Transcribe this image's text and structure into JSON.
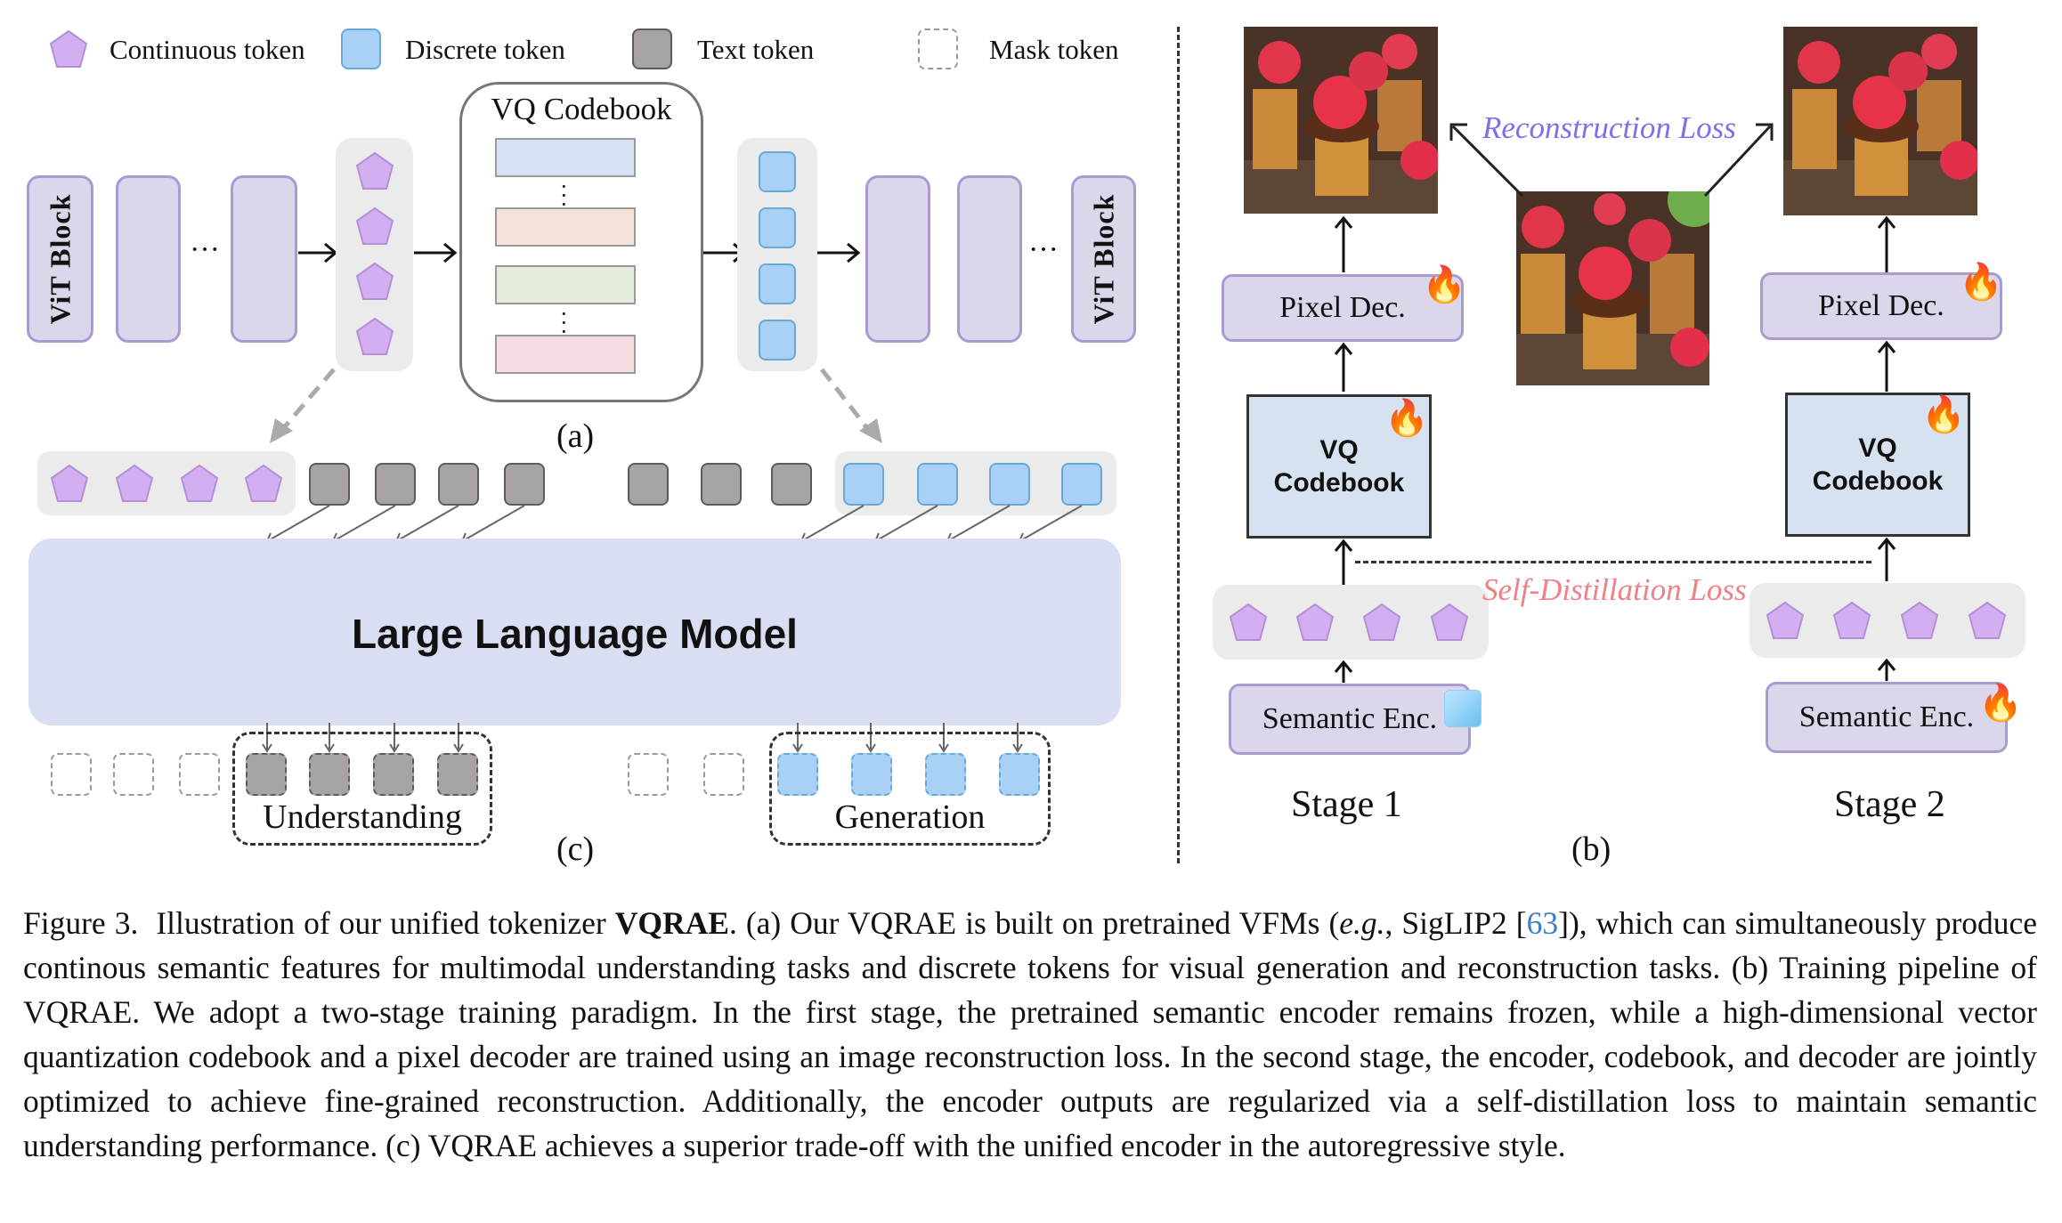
{
  "legend": {
    "continuous": "Continuous token",
    "discrete": "Discrete token",
    "text": "Text token",
    "mask": "Mask token"
  },
  "panel_a": {
    "vit_block_left": "ViT Block",
    "vit_block_right": "ViT Block",
    "ellipsis": "···",
    "codebook_title": "VQ Codebook",
    "codebook_rows": [
      "#d6e2f3",
      "#f4e3d8",
      "#e2ecd8",
      "#f6dbe0"
    ],
    "label": "(a)"
  },
  "panel_c": {
    "llm_label": "Large Language Model",
    "understanding_label": "Understanding",
    "generation_label": "Generation",
    "label": "(c)"
  },
  "panel_b": {
    "reconstruction_loss": "Reconstruction Loss",
    "self_distillation_loss": "Self-Distillation Loss",
    "pixel_dec": "Pixel Dec.",
    "vq_line1": "VQ",
    "vq_line2": "Codebook",
    "semantic_enc": "Semantic Enc.",
    "stage1": "Stage 1",
    "stage2": "Stage 2",
    "label": "(b)",
    "stage1_encoder_state": "frozen-ice-icon",
    "trainable_marker": "fire-icon"
  },
  "colors": {
    "continuous_token": "#d3aef0",
    "discrete_token": "#a9d0f5",
    "text_token": "#a8a4a3",
    "vit_block": "#dcd6ea",
    "llm": "#d9def2",
    "reconstruction_loss": "#7b6ff0",
    "self_distillation_loss": "#f07f86",
    "citation": "#3b7fc4"
  },
  "caption": {
    "figure_label": "Figure 3.",
    "intro": "Illustration of our unified tokenizer",
    "bold_name": "VQRAE",
    "part1": ". (a) Our VQRAE is built on pretrained VFMs (",
    "eg": "e.g.",
    "part2": ", SigLIP2 [",
    "citation": "63",
    "part3": "]), which can simultaneously produce continous semantic features for multimodal understanding tasks and discrete tokens for visual generation and reconstruction tasks.  (b) Training pipeline of VQRAE. We adopt a two-stage training paradigm.  In the first stage, the pretrained semantic encoder remains frozen, while a high-dimensional vector quantization codebook and a pixel decoder are trained using an image reconstruction loss. In the second stage, the encoder, codebook, and decoder are jointly optimized to achieve fine-grained reconstruction. Additionally, the encoder outputs are regularized via a self-distillation loss to maintain semantic understanding performance. (c) VQRAE achieves a superior trade-off with the unified encoder in the autoregressive style."
  }
}
